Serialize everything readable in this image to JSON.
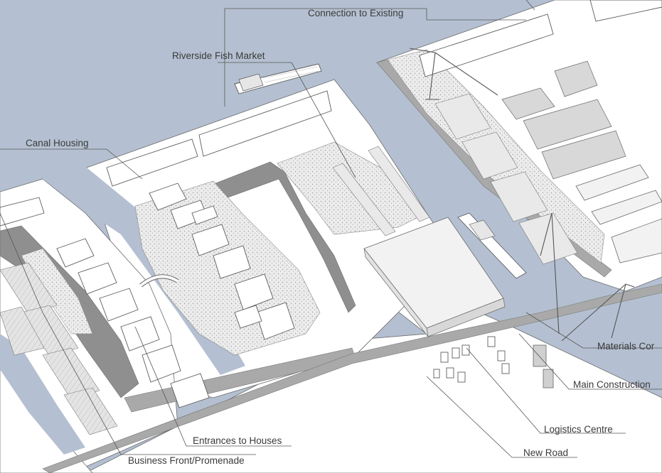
{
  "labels": {
    "connection_to_existing": "Connection to Existing",
    "riverside_fish_market": "Riverside Fish Market",
    "canal_housing": "Canal Housing",
    "materials": "Materials Cor",
    "main_construction": "Main Construction",
    "logistics_centre": "Logistics Centre",
    "new_road": "New Road",
    "entrances_to_houses": "Entrances to Houses",
    "business_front": "Business Front/Promenade"
  },
  "colors": {
    "water": "#b4c0d1",
    "ground": "#ffffff",
    "promenade": "#8f8f8f",
    "label_text": "#3a3a3a"
  }
}
